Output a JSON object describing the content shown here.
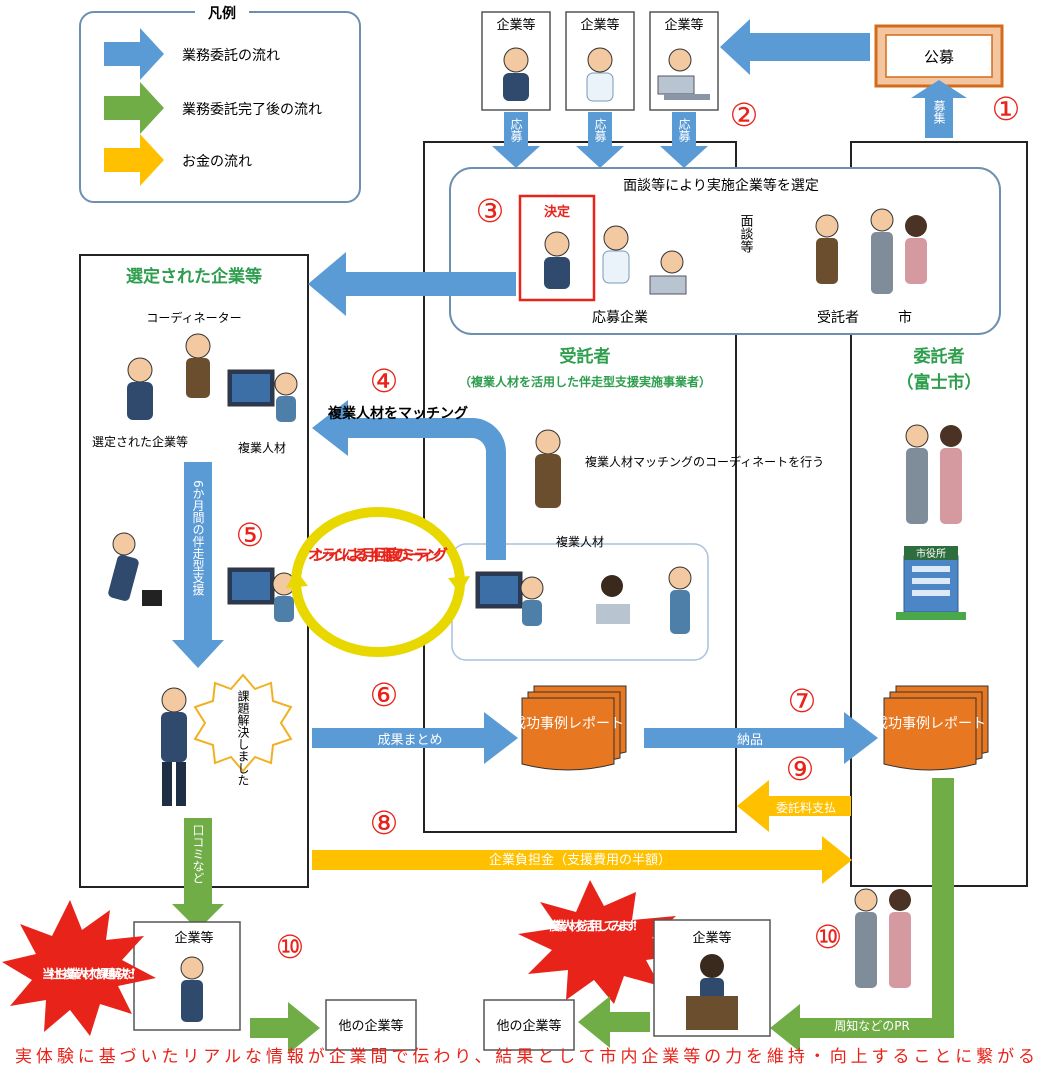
{
  "legend": {
    "title": "凡例",
    "items": [
      "業務委託の流れ",
      "業務委託完了後の流れ",
      "お金の流れ"
    ]
  },
  "colors": {
    "blue": "#5B9BD5",
    "green": "#70AD47",
    "gold": "#FFC000",
    "red": "#E8231A",
    "orange": "#E87722",
    "heading_green": "#2E9E4E"
  },
  "numbers": [
    "①",
    "②",
    "③",
    "④",
    "⑤",
    "⑥",
    "⑦",
    "⑧",
    "⑨",
    "⑩",
    "⑩"
  ],
  "top": {
    "company_label": "企業等",
    "koubo": "公募",
    "boshu": "募集",
    "oubo": "応募"
  },
  "selection": {
    "title": "面談等により実施企業等を選定",
    "kettei": "決定",
    "mendan": "面談等",
    "applicants": "応募企業",
    "trustee": "受託者",
    "city": "市"
  },
  "selected": {
    "title": "選定された企業等",
    "coordinator": "コーディネーター",
    "company": "選定された企業等",
    "fukugyo": "複業人材",
    "support": "6か月間の伴走型支援",
    "solved": "課題解決しました",
    "word_of_mouth": "口コミなど"
  },
  "trustee": {
    "title": "受託者",
    "subtitle": "（複業人材を活用した伴走型支援実施事業者）",
    "coordinate": "複業人材マッチングのコーディネートを行う",
    "talent": "複業人材",
    "matching": "複業人材をマッチング"
  },
  "online": "オンラインによる月４回程度のミーティング",
  "truster": {
    "title": "委託者",
    "subtitle": "（富士市）",
    "city_hall": "市役所"
  },
  "flows": {
    "summary": "成果まとめ",
    "delivery": "納品",
    "fee": "委託料支払",
    "burden": "企業負担金（支援費用の半額）",
    "pr": "周知などのPR"
  },
  "report": "成功事例レポート",
  "bottom": {
    "company": "企業等",
    "other": "他の企業等",
    "burst_left": "当社も複業人材で課題解決だ！",
    "burst_right": "複業人材を活用してみます！",
    "footer": "実体験に基づいたリアルな情報が企業間で伝わり、結果として市内企業等の力を維持・向上することに繋がる"
  }
}
